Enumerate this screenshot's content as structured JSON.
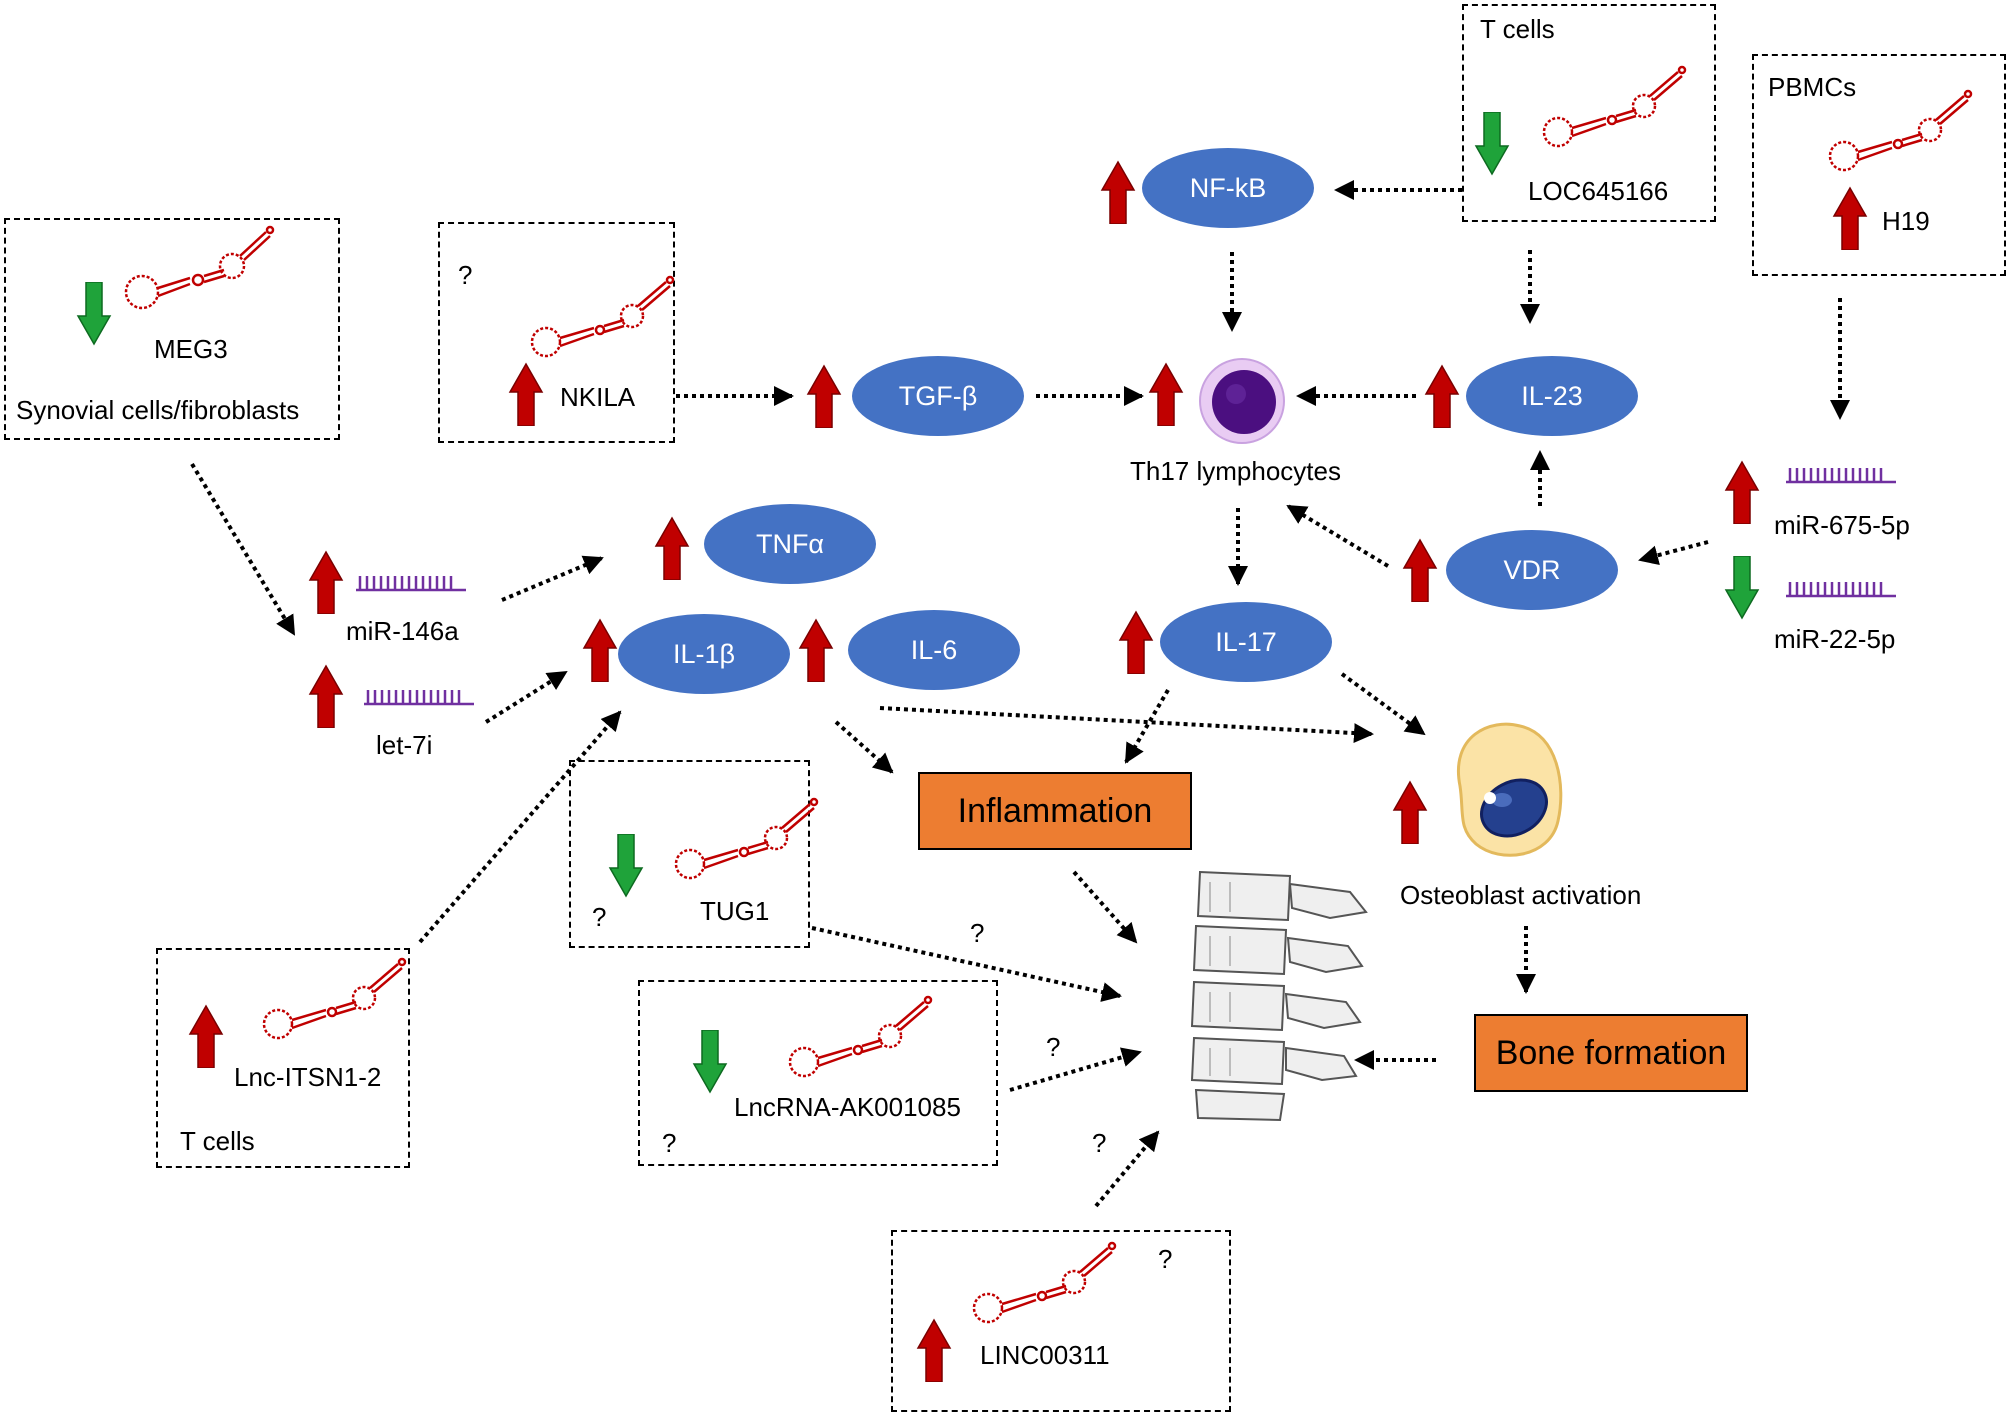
{
  "colors": {
    "up_arrow": "#C00000",
    "down_arrow": "#1FA33A",
    "molecule": "#4472C4",
    "outcome_box": "#ED7D31",
    "rna_line": "#C00000",
    "mirna": "#7030A0"
  },
  "boxes": {
    "meg3": {
      "name": "MEG3",
      "cell": "Synovial cells/fibroblasts"
    },
    "nkila": {
      "name": "NKILA",
      "q": "?"
    },
    "loc": {
      "cell": "T cells",
      "name": "LOC645166"
    },
    "h19": {
      "cell": "PBMCs",
      "name": "H19"
    },
    "tug1": {
      "name": "TUG1",
      "q": "?"
    },
    "itsn": {
      "name": "Lnc-ITSN1-2",
      "cell": "T cells"
    },
    "ak": {
      "name": "LncRNA-AK001085",
      "q": "?"
    },
    "linc": {
      "name": "LINC00311",
      "q": "?"
    }
  },
  "molecules": {
    "nfkb": "NF-kB",
    "tgfb": "TGF-β",
    "il23": "IL-23",
    "tnfa": "TNFα",
    "il1b": "IL-1β",
    "il6": "IL-6",
    "il17": "IL-17",
    "vdr": "VDR"
  },
  "mirnas": {
    "mir146": "miR-146a",
    "let7": "let-7i",
    "mir675": "miR-675-5p",
    "mir22": "miR-22-5p"
  },
  "cells": {
    "th17": "Th17 lymphocytes",
    "osteo": "Osteoblast activation"
  },
  "outcomes": {
    "inflammation": "Inflammation",
    "bone": "Bone formation"
  },
  "questions": {
    "tug1_spine": "?",
    "ak_spine": "?",
    "linc_spine": "?"
  }
}
